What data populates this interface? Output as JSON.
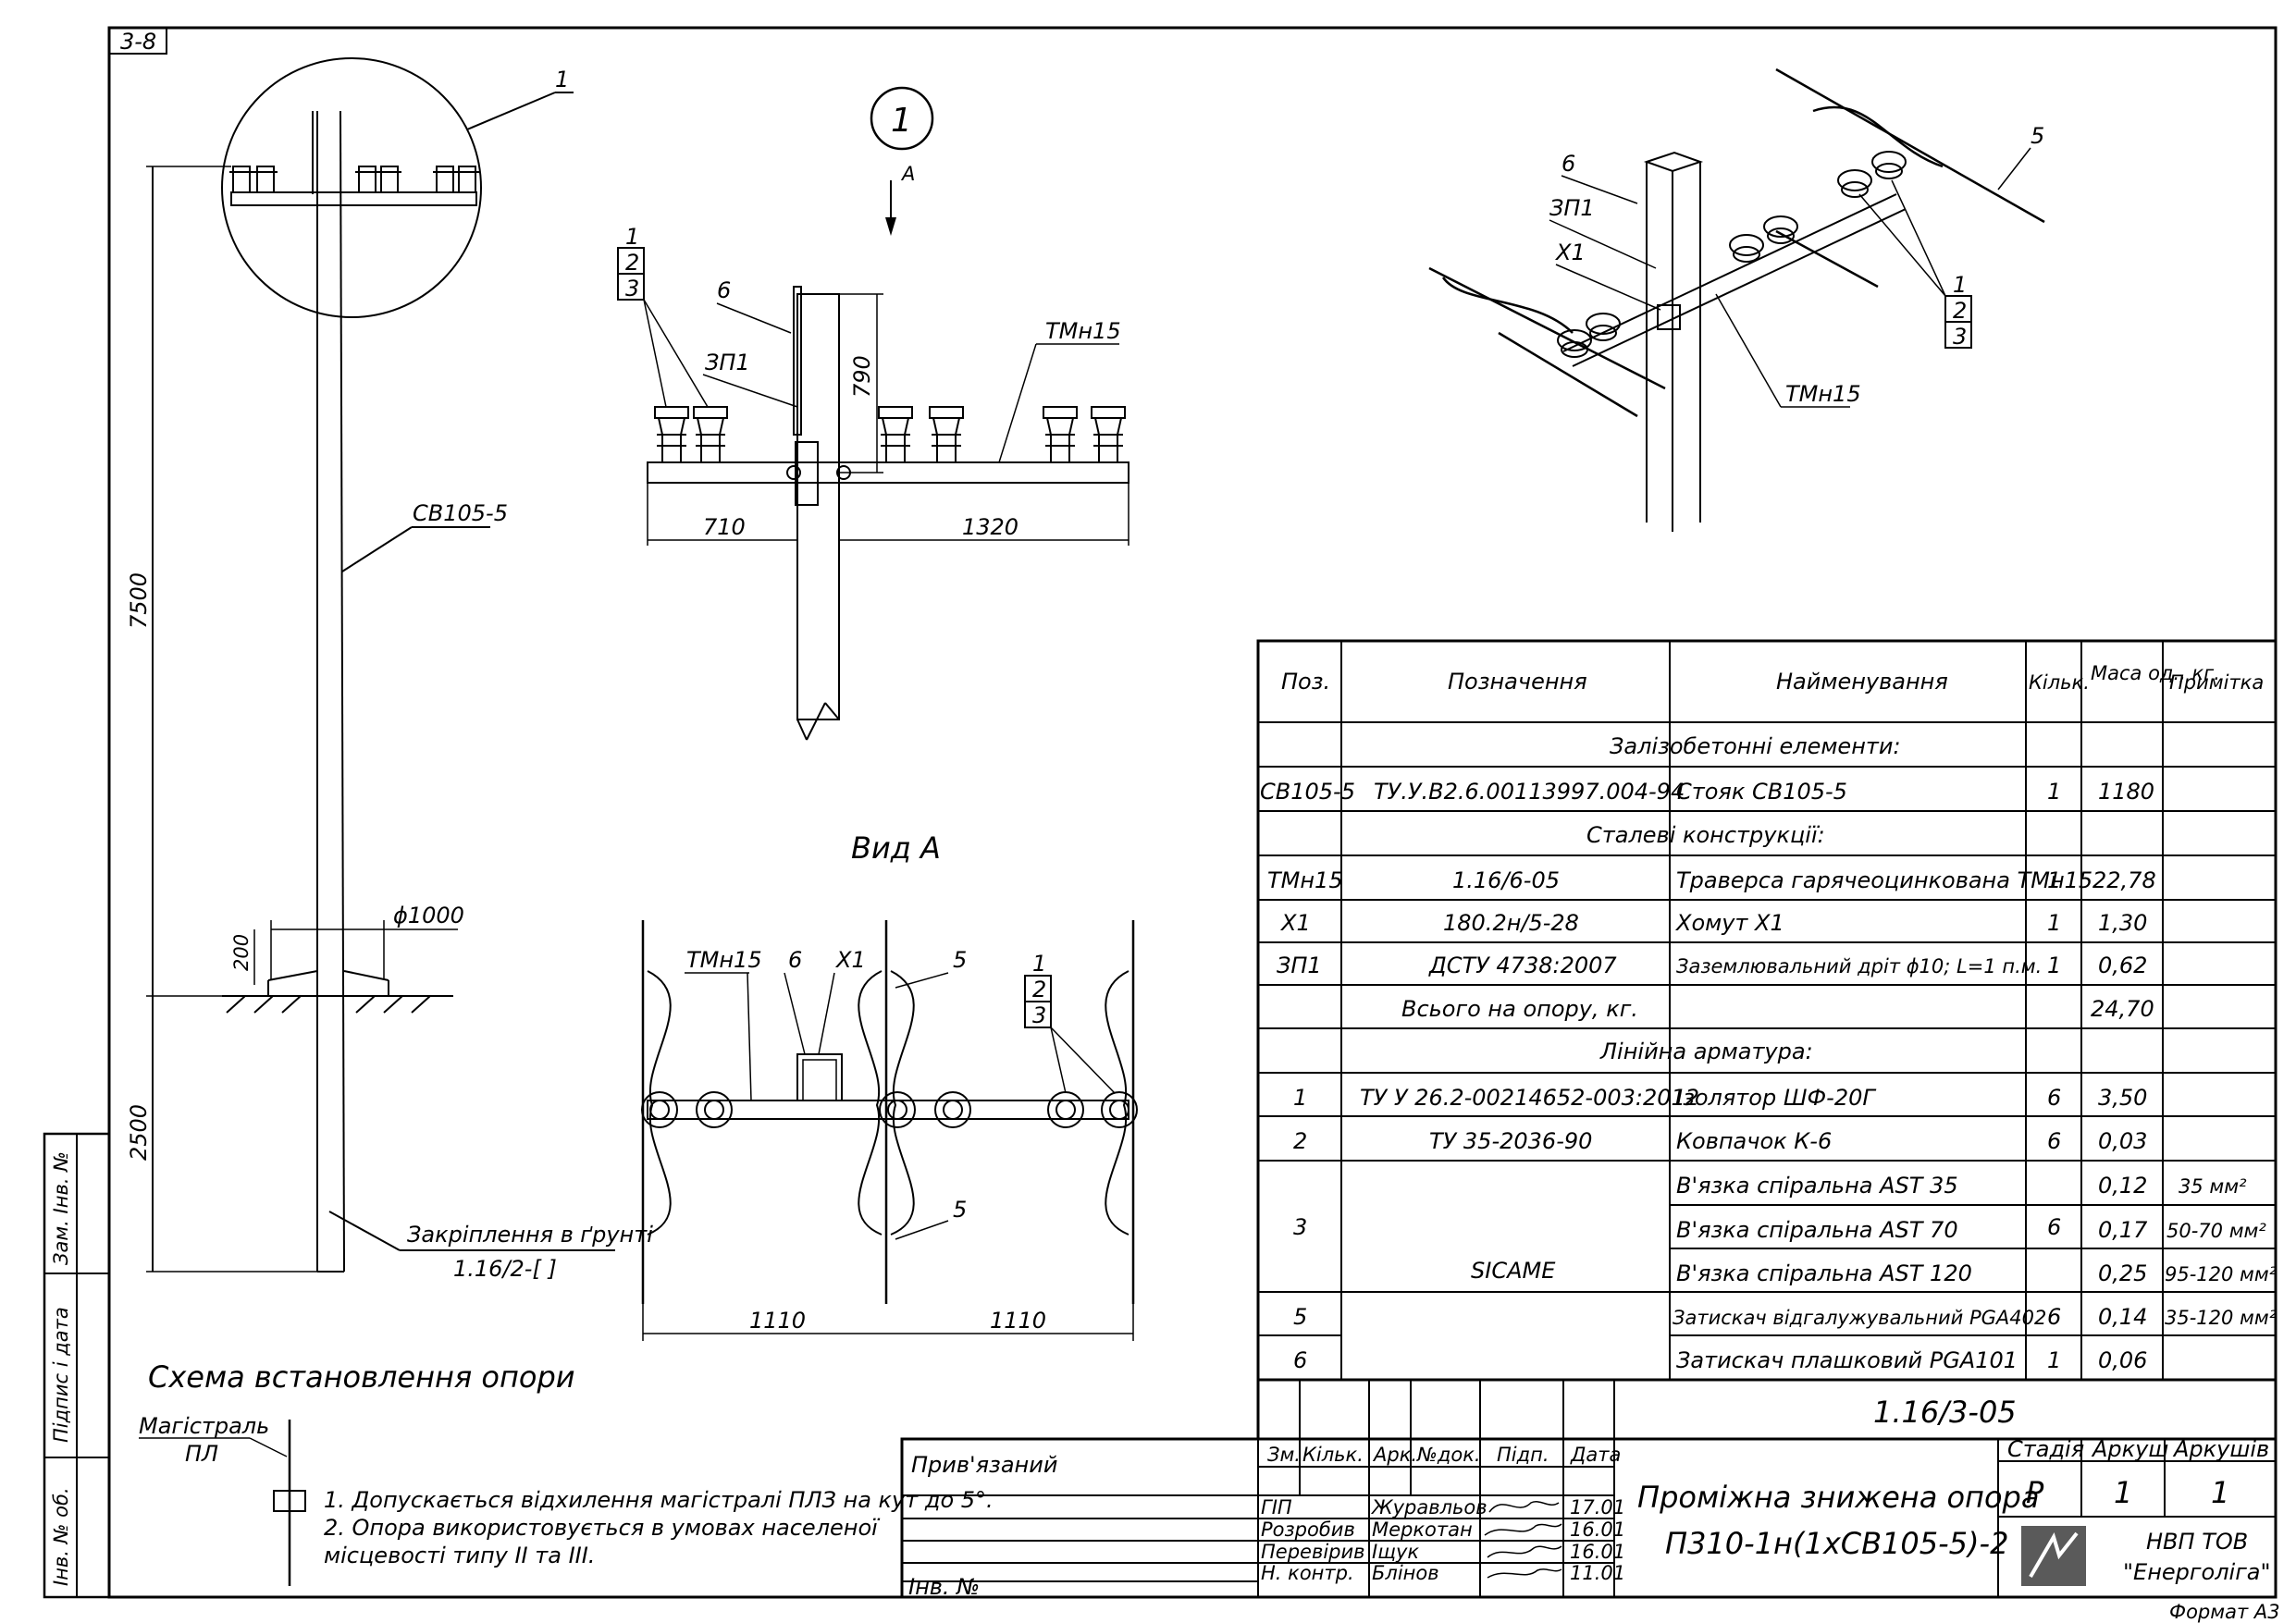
{
  "sheet_code": "3-8",
  "format": "Формат А3",
  "drawing_no": "1.16/3-05",
  "callout_main": "1",
  "view_arrow": "А",
  "view_title": "Вид А",
  "scheme_title": "Схема встановлення опори",
  "scheme_line_label_1": "Магістраль",
  "scheme_line_label_2": "ПЛ",
  "notes": [
    "1. Допускається відхилення магістралі ПЛЗ на кут до 5°.",
    "2. Опора використовується в умовах населеної",
    "місцевості типу ІІ та ІІІ."
  ],
  "pole": {
    "label": "СВ105-5",
    "callout": "1",
    "dim_above": "7500",
    "dim_below": "2500",
    "dim_200": "200",
    "dim_diam": "ϕ1000",
    "fix_label_1": "Закріплення в ґрунті",
    "fix_label_2": "1.16/2-[    ]"
  },
  "detail": {
    "labels": [
      "1",
      "2",
      "3",
      "6",
      "ЗП1",
      "ТМн15"
    ],
    "dim_790": "790",
    "dim_710": "710",
    "dim_1320": "1320"
  },
  "viewa": {
    "labels": [
      "ТМн15",
      "6",
      "Х1",
      "5",
      "1",
      "2",
      "3",
      "5"
    ],
    "dim_1": "1110",
    "dim_2": "1110"
  },
  "iso": {
    "labels": [
      "6",
      "ЗП1",
      "Х1",
      "5",
      "1",
      "2",
      "3",
      "ТМн15"
    ]
  },
  "spec": {
    "headers": [
      "Поз.",
      "Позначення",
      "Найменування",
      "Кільк.",
      "Маса од., кг.",
      "Примітка"
    ],
    "section_1": "Залізобетонні елементи:",
    "section_2": "Сталеві конструкції:",
    "section_3": "Лінійна арматура:",
    "total_label": "Всього на опору, кг.",
    "total_value": "24,70",
    "sicame": "SICAME",
    "rows": [
      {
        "pos": "СВ105-5",
        "des": "ТУ.У.В2.6.00113997.004-94",
        "name": "Стояк СВ105-5",
        "qty": "1",
        "mass": "1180",
        "note": ""
      },
      {
        "pos": "ТМн15",
        "des": "1.16/6-05",
        "name": "Траверса гарячеоцинкована ТМн15",
        "qty": "1",
        "mass": "22,78",
        "note": ""
      },
      {
        "pos": "Х1",
        "des": "180.2н/5-28",
        "name": "Хомут Х1",
        "qty": "1",
        "mass": "1,30",
        "note": ""
      },
      {
        "pos": "ЗП1",
        "des": "ДСТУ 4738:2007",
        "name": "Заземлювальний дріт ϕ10; L=1 п.м.",
        "qty": "1",
        "mass": "0,62",
        "note": ""
      },
      {
        "pos": "1",
        "des": "ТУ У 26.2-00214652-003:2012",
        "name": "Ізолятор ШФ-20Г",
        "qty": "6",
        "mass": "3,50",
        "note": ""
      },
      {
        "pos": "2",
        "des": "ТУ 35-2036-90",
        "name": "Ковпачок К-6",
        "qty": "6",
        "mass": "0,03",
        "note": ""
      },
      {
        "pos": "3",
        "des": "",
        "name": "В'язка спіральна AST 35",
        "qty": "6",
        "mass": "0,12",
        "note": "35 мм²"
      },
      {
        "pos": "",
        "des": "",
        "name": "В'язка спіральна AST 70",
        "qty": "",
        "mass": "0,17",
        "note": "50-70 мм²"
      },
      {
        "pos": "",
        "des": "",
        "name": "В'язка спіральна AST 120",
        "qty": "",
        "mass": "0,25",
        "note": "95-120 мм²"
      },
      {
        "pos": "5",
        "des": "",
        "name": "Затискач відгалужувальний PGA402",
        "qty": "6",
        "mass": "0,14",
        "note": "35-120 мм²"
      },
      {
        "pos": "6",
        "des": "",
        "name": "Затискач плашковий PGA101",
        "qty": "1",
        "mass": "0,06",
        "note": ""
      }
    ]
  },
  "titleblock": {
    "tied": "Прив'язаний",
    "inv": "Інв. №",
    "cols": [
      "Зм.",
      "Кільк.",
      "Арк.",
      "№док.",
      "Підп.",
      "Дата"
    ],
    "staff": [
      {
        "role": "ГІП",
        "name": "Журавльов",
        "date": "17.01"
      },
      {
        "role": "Розробив",
        "name": "Меркотан",
        "date": "16.01"
      },
      {
        "role": "Перевірив",
        "name": "Іщук",
        "date": "16.01"
      },
      {
        "role": "Н. контр.",
        "name": "Блінов",
        "date": "11.01"
      }
    ],
    "title_1": "Проміжна знижена опора",
    "title_2": "П310-1н(1хСВ105-5)-2",
    "stage_label": "Стадія",
    "stage": "Р",
    "sheet_label": "Аркуш",
    "sheet": "1",
    "sheets_label": "Аркушів",
    "sheets": "1",
    "company_1": "НВП ТОВ",
    "company_2": "\"Енерголіга\""
  },
  "left_strip": [
    "Інв. № об.",
    "Підпис і дата",
    "Зам. Інв. №"
  ]
}
